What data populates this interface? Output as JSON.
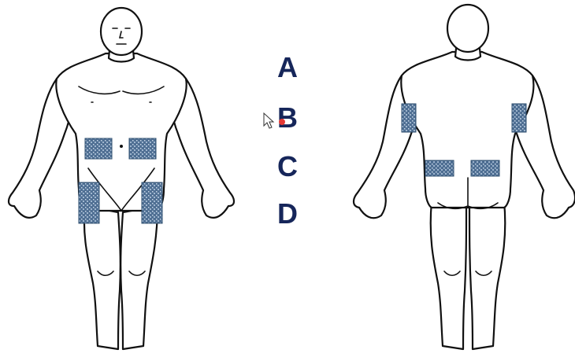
{
  "labels": [
    "A",
    "B",
    "C",
    "D"
  ],
  "colors": {
    "site_fill": "#4f6f93",
    "site_pattern": "#9fb6cf",
    "letter": "#16265a",
    "outline": "#111111",
    "cursor_dot": "#e53935"
  },
  "icons": {
    "cursor": "mouse-pointer-icon"
  }
}
